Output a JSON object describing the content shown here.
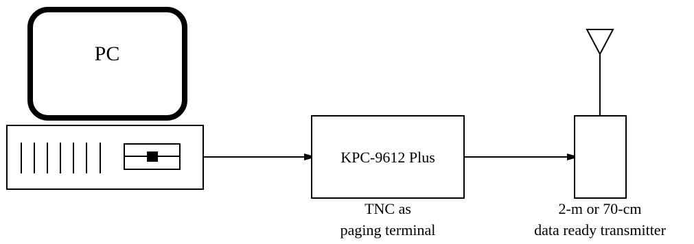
{
  "diagram": {
    "pc_label": "PC",
    "tnc_box_label": "KPC-9612 Plus",
    "tnc_caption": [
      "TNC as",
      "paging terminal"
    ],
    "radio_caption": [
      "2-m or 70-cm",
      "data ready transmitter"
    ]
  },
  "colors": {
    "stroke": "#000000",
    "background": "#ffffff"
  }
}
